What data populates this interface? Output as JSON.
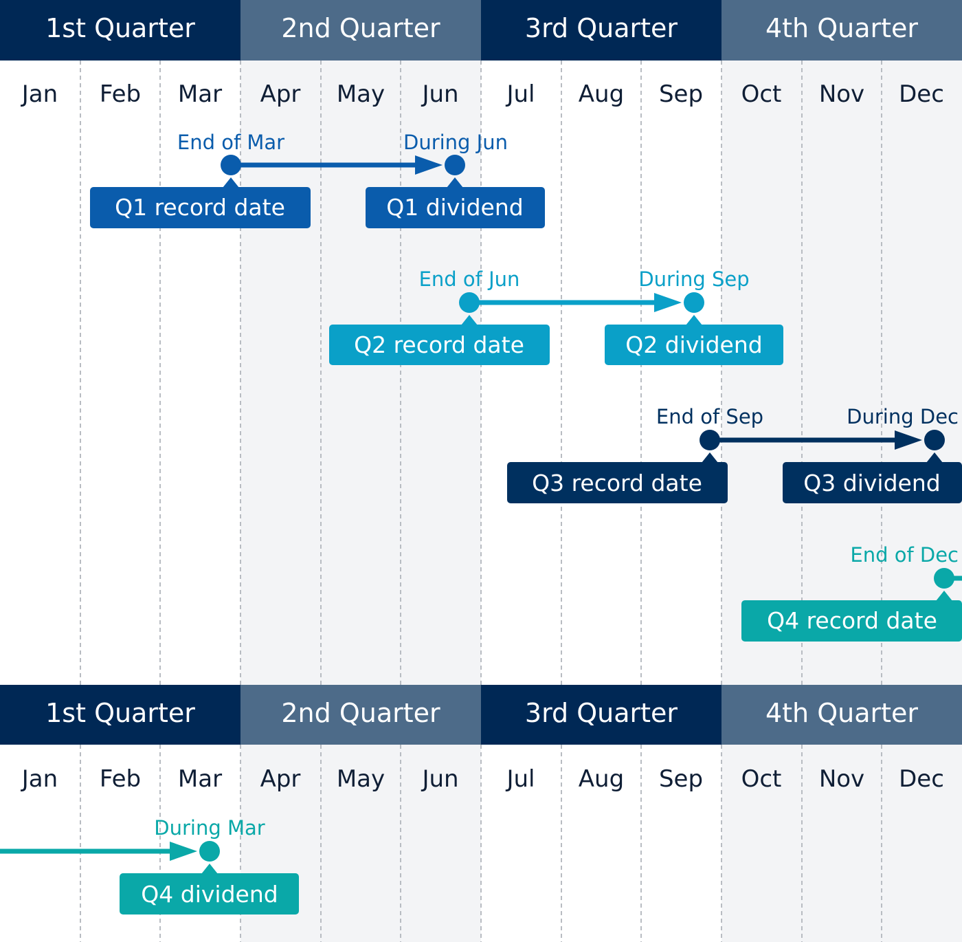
{
  "colors": {
    "navy": "#002855",
    "slate": "#4d6b89",
    "shade": "#f3f4f6",
    "grid": "#b8bcc2",
    "text": "#0f1e35",
    "q1": "#0a5cac",
    "q2": "#0aa0c8",
    "q3": "#00305f",
    "q4": "#0aa8a8"
  },
  "quarters": [
    "1st Quarter",
    "2nd Quarter",
    "3rd Quarter",
    "4th Quarter"
  ],
  "months": [
    "Jan",
    "Feb",
    "Mar",
    "Apr",
    "May",
    "Jun",
    "Jul",
    "Aug",
    "Sep",
    "Oct",
    "Nov",
    "Dec"
  ],
  "events": [
    {
      "id": "q1",
      "color": "q1",
      "record_label": "End of Mar",
      "record_box": "Q1 record date",
      "pay_label": "During Jun",
      "pay_box": "Q1 dividend"
    },
    {
      "id": "q2",
      "color": "q2",
      "record_label": "End of Jun",
      "record_box": "Q2 record date",
      "pay_label": "During Sep",
      "pay_box": "Q2 dividend"
    },
    {
      "id": "q3",
      "color": "q3",
      "record_label": "End of Sep",
      "record_box": "Q3 record date",
      "pay_label": "During Dec",
      "pay_box": "Q3 dividend"
    },
    {
      "id": "q4",
      "color": "q4",
      "record_label": "End of Dec",
      "record_box": "Q4 record date",
      "pay_label": "During Mar",
      "pay_box": "Q4 dividend"
    }
  ]
}
